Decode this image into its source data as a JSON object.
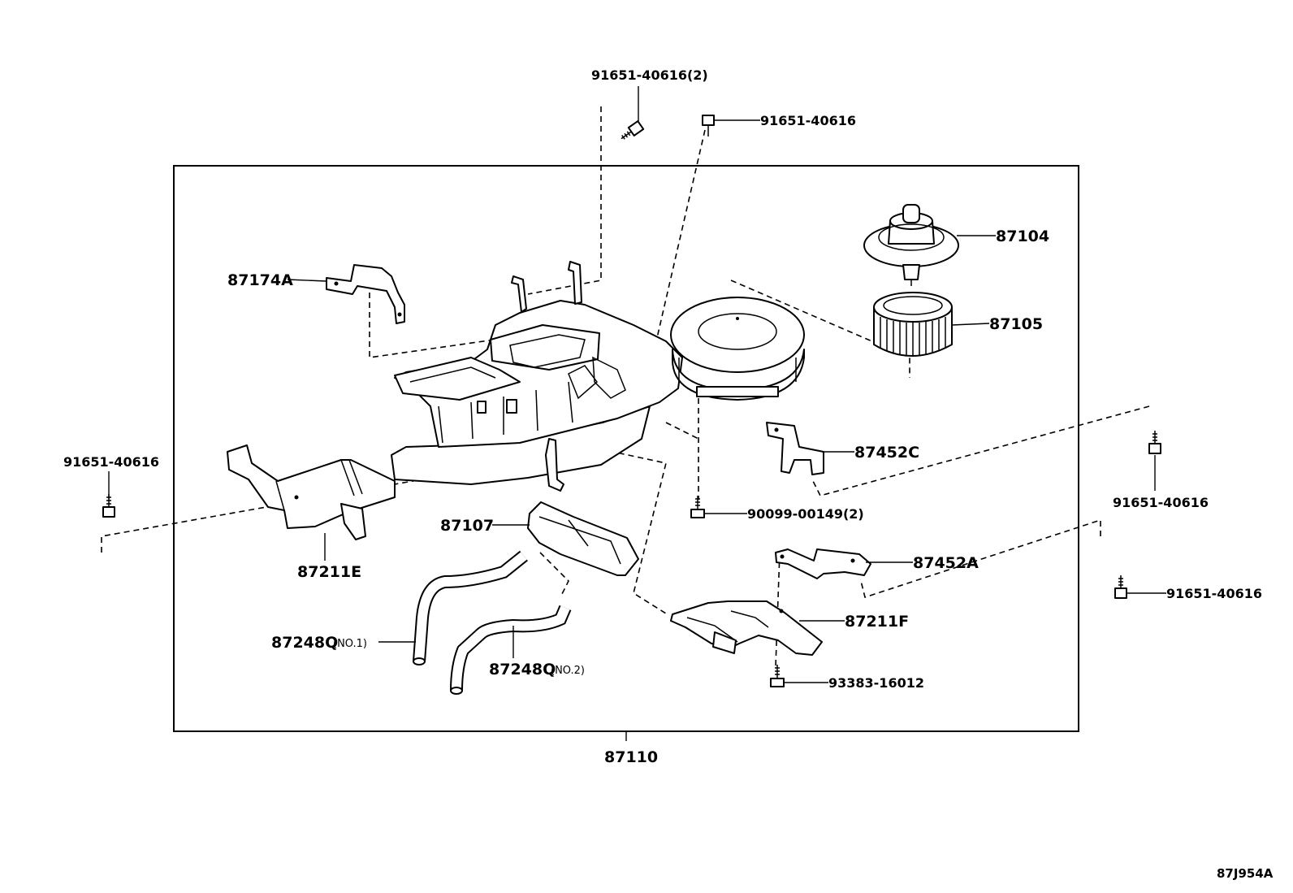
{
  "labels": {
    "bolt_top": "91651-40616(2)",
    "bolt_top_right": "91651-40616",
    "bracket_174a": "87174A",
    "motor": "87104",
    "fan": "87105",
    "bolt_left": "91651-40616",
    "duct_211e": "87211E",
    "bracket_452c": "87452C",
    "bolt_right_1": "91651-40616",
    "screw_00149": "90099-00149(2)",
    "duct_107": "87107",
    "bracket_452a": "87452A",
    "bolt_right_2": "91651-40616",
    "hose_1": "87248Q",
    "hose_1_note": "(NO.1)",
    "hose_2": "87248Q",
    "hose_2_note": "(NO.2)",
    "duct_211f": "87211F",
    "screw_16012": "93383-16012",
    "assembly": "87110",
    "drawing_ref": "87J954A"
  }
}
